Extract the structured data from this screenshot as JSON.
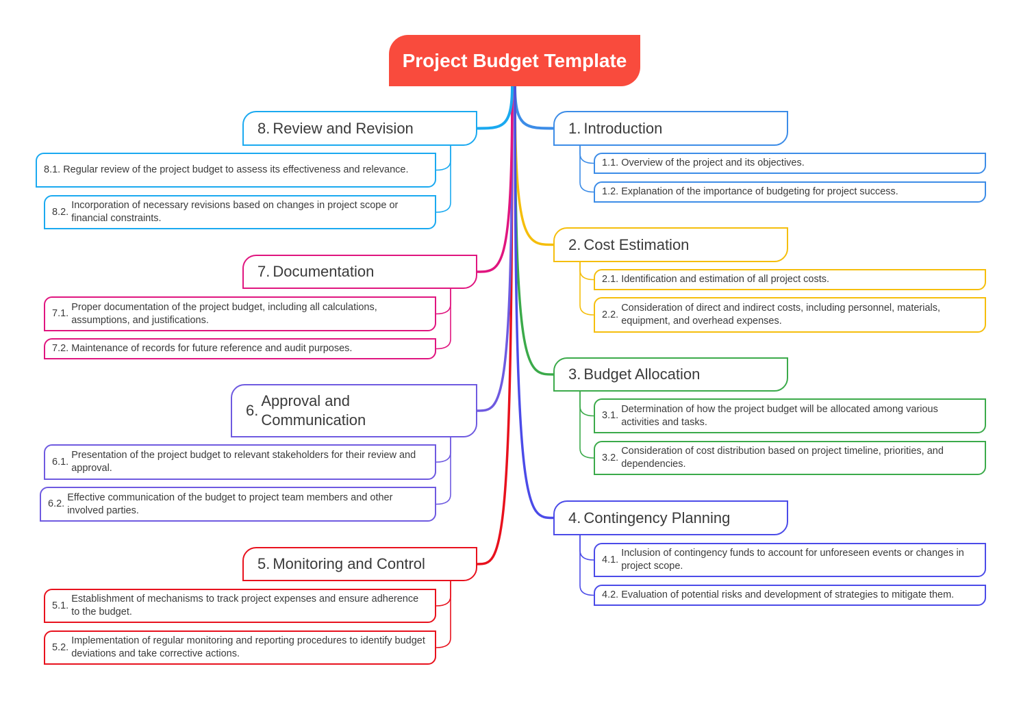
{
  "title": "Project Budget Template",
  "colors": {
    "root": "#F94B3D"
  },
  "branches": [
    {
      "num": "1.",
      "label": "Introduction",
      "color": "#3C8CE7",
      "children": [
        {
          "num": "1.1.",
          "text": "Overview of the project and its objectives."
        },
        {
          "num": "1.2.",
          "text": "Explanation of the importance of budgeting for project success."
        }
      ]
    },
    {
      "num": "2.",
      "label": "Cost Estimation",
      "color": "#F5BE0B",
      "children": [
        {
          "num": "2.1.",
          "text": "Identification and estimation of all project costs."
        },
        {
          "num": "2.2.",
          "text": "Consideration of direct and indirect costs, including personnel, materials, equipment, and overhead expenses."
        }
      ]
    },
    {
      "num": "3.",
      "label": "Budget Allocation",
      "color": "#3BAA4A",
      "children": [
        {
          "num": "3.1.",
          "text": "Determination of how the project budget will be allocated among various activities and tasks."
        },
        {
          "num": "3.2.",
          "text": "Consideration of cost distribution based on project timeline, priorities, and dependencies."
        }
      ]
    },
    {
      "num": "4.",
      "label": "Contingency Planning",
      "color": "#4B4BE8",
      "children": [
        {
          "num": "4.1.",
          "text": "Inclusion of contingency funds to account for unforeseen events or changes in project scope."
        },
        {
          "num": "4.2.",
          "text": "Evaluation of potential risks and development of strategies to mitigate them."
        }
      ]
    },
    {
      "num": "5.",
      "label": "Monitoring and Control",
      "color": "#E8111D",
      "children": [
        {
          "num": "5.1.",
          "text": "Establishment of mechanisms to track project expenses and ensure adherence to the budget."
        },
        {
          "num": "5.2.",
          "text": "Implementation of regular monitoring and reporting procedures to identify budget deviations and take corrective actions."
        }
      ]
    },
    {
      "num": "6.",
      "label": "Approval and Communication",
      "color": "#6E5AE0",
      "children": [
        {
          "num": "6.1.",
          "text": "Presentation of the project budget to relevant stakeholders for their review and approval."
        },
        {
          "num": "6.2.",
          "text": "Effective communication of the budget to project team members and other involved parties."
        }
      ]
    },
    {
      "num": "7.",
      "label": "Documentation",
      "color": "#E0157F",
      "children": [
        {
          "num": "7.1.",
          "text": "Proper documentation of the project budget, including all calculations, assumptions, and justifications."
        },
        {
          "num": "7.2.",
          "text": "Maintenance of records for future reference and audit purposes."
        }
      ]
    },
    {
      "num": "8.",
      "label": "Review and Revision",
      "color": "#1AA9F0",
      "children": [
        {
          "num": "8.1.",
          "text": "Regular review of the project budget to assess its effectiveness and relevance."
        },
        {
          "num": "8.2.",
          "text": "Incorporation of necessary revisions based on changes in project scope or financial constraints."
        }
      ]
    }
  ]
}
